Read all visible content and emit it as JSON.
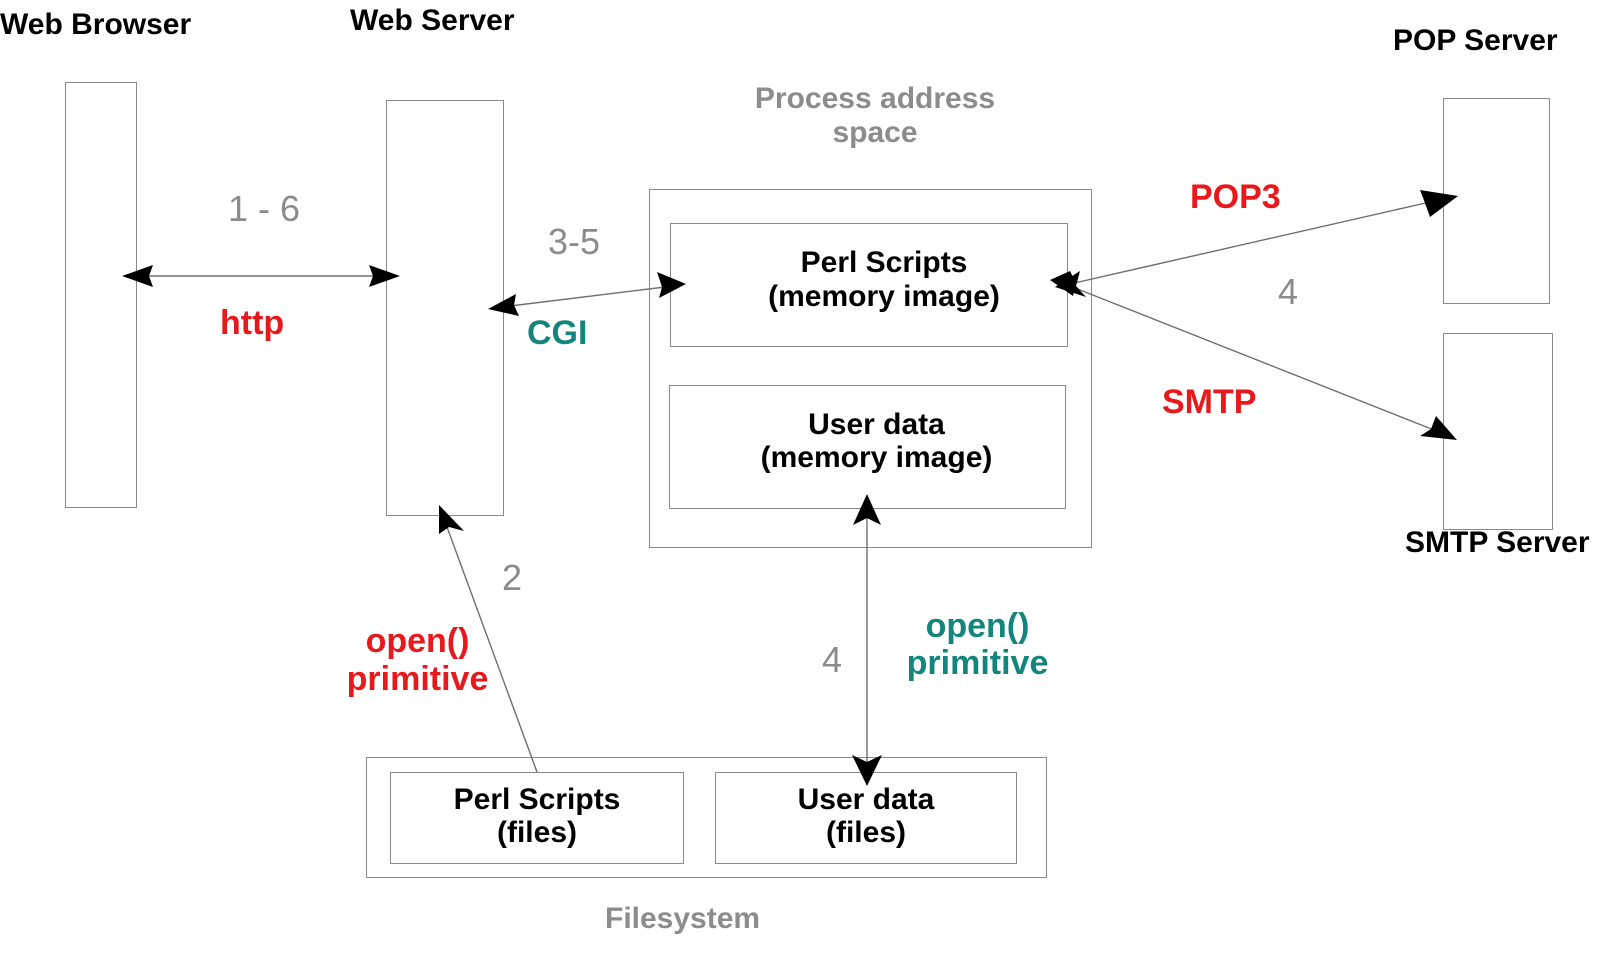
{
  "labels": {
    "web_browser": "Web Browser",
    "web_server": "Web Server",
    "pop_server": "POP Server",
    "smtp_server": "SMTP Server",
    "process_space": "Process address space",
    "filesystem": "Filesystem"
  },
  "boxes": {
    "perl_mem_l1": "Perl Scripts",
    "perl_mem_l2": "(memory image)",
    "user_mem_l1": "User data",
    "user_mem_l2": "(memory image)",
    "perl_files_l1": "Perl Scripts",
    "perl_files_l2": "(files)",
    "user_files_l1": "User data",
    "user_files_l2": "(files)"
  },
  "arrows": {
    "http_label": "http",
    "http_steps": "1 - 6",
    "cgi_label": "CGI",
    "cgi_steps": "3-5",
    "pop3_label": "POP3",
    "smtp_label": "SMTP",
    "mail_steps": "4",
    "open_left_l1": "open()",
    "open_left_l2": "primitive",
    "open_left_steps": "2",
    "open_right_l1": "open()",
    "open_right_l2": "primitive",
    "open_right_steps": "4"
  },
  "colors": {
    "protocol": "#e8191c",
    "interface": "#12857d",
    "step_number": "#8c8c8c",
    "box_border": "#8a8a8a"
  }
}
